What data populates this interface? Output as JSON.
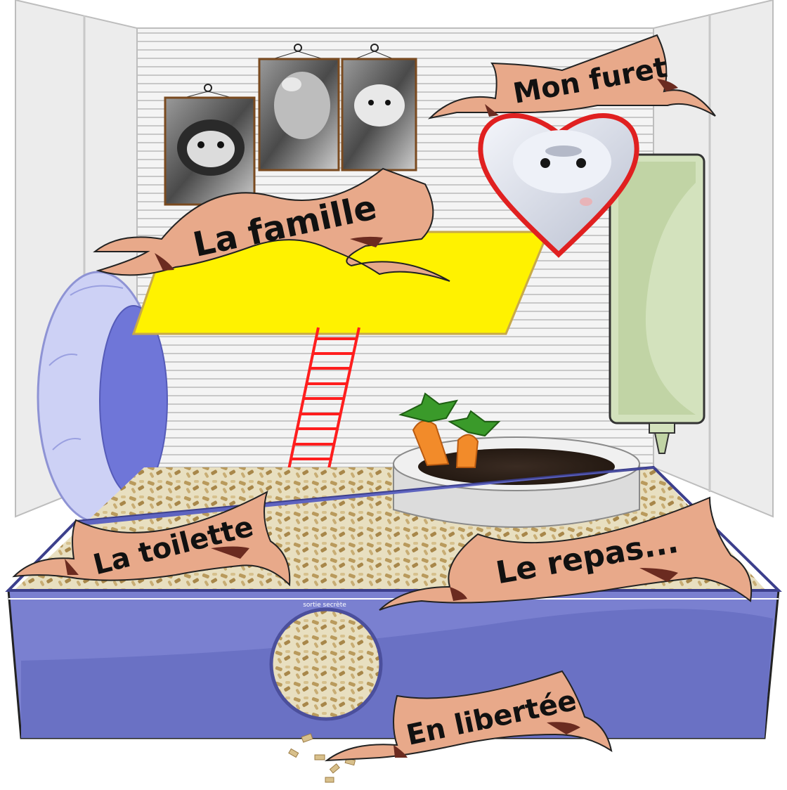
{
  "nav": {
    "famille": "La famille",
    "furet": "Mon furet",
    "toilette": "La toilette",
    "repas": "Le repas...",
    "liberte": "En libertée"
  },
  "cage": {
    "secret_exit_label": "sortie secrète"
  },
  "icons": {
    "wheel": "exercise-wheel-icon",
    "ladder": "ladder-icon",
    "bottle": "water-bottle-icon",
    "bowl": "food-bowl-icon",
    "heart": "heart-frame-icon"
  },
  "colors": {
    "cage_tray": "#7a80d0",
    "cage_tray_dark": "#3c3f8c",
    "banner": "#e8a98a",
    "banner_dark": "#6b2b20",
    "shelf": "#fff200",
    "heart": "#e02020",
    "bottle": "#cfe0b8",
    "wheel": "#c8ccf4"
  }
}
